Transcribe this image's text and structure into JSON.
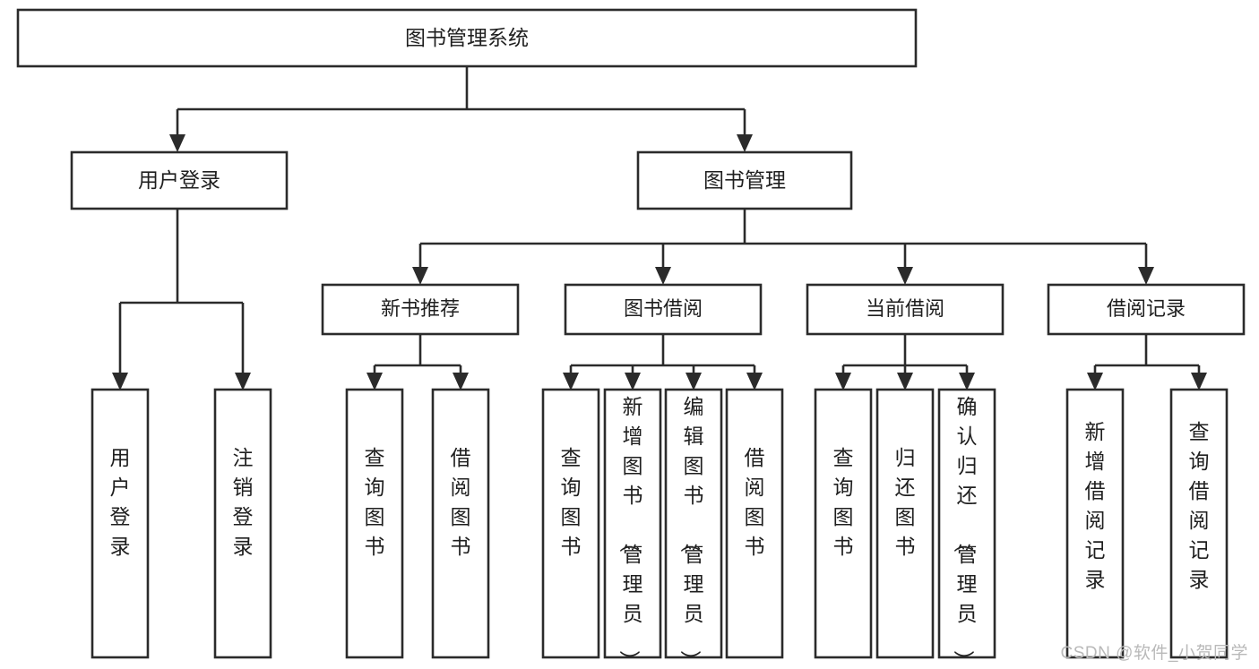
{
  "diagram": {
    "title": "图书管理系统",
    "type": "tree-hierarchy",
    "root": {
      "id": "root",
      "label": "图书管理系统"
    },
    "level2": [
      {
        "id": "user-login",
        "label": "用户登录"
      },
      {
        "id": "book-manage",
        "label": "图书管理"
      }
    ],
    "level3": [
      {
        "id": "new-book-recommend",
        "label": "新书推荐",
        "parent": "book-manage"
      },
      {
        "id": "book-borrow",
        "label": "图书借阅",
        "parent": "book-manage"
      },
      {
        "id": "current-borrow",
        "label": "当前借阅",
        "parent": "book-manage"
      },
      {
        "id": "borrow-record",
        "label": "借阅记录",
        "parent": "book-manage"
      }
    ],
    "leaves": [
      {
        "id": "leaf-user-login",
        "label": "用户登录",
        "parent": "user-login"
      },
      {
        "id": "leaf-logout-login",
        "label": "注销登录",
        "parent": "user-login"
      },
      {
        "id": "leaf-query-book-1",
        "label": "查询图书",
        "parent": "new-book-recommend"
      },
      {
        "id": "leaf-borrow-book-1",
        "label": "借阅图书",
        "parent": "new-book-recommend"
      },
      {
        "id": "leaf-query-book-2",
        "label": "查询图书",
        "parent": "book-borrow"
      },
      {
        "id": "leaf-add-book",
        "label": "新增图书（管理员）",
        "parent": "book-borrow"
      },
      {
        "id": "leaf-edit-book",
        "label": "编辑图书（管理员）",
        "parent": "book-borrow"
      },
      {
        "id": "leaf-borrow-book-2",
        "label": "借阅图书",
        "parent": "book-borrow"
      },
      {
        "id": "leaf-query-book-3",
        "label": "查询图书",
        "parent": "current-borrow"
      },
      {
        "id": "leaf-return-book",
        "label": "归还图书",
        "parent": "current-borrow"
      },
      {
        "id": "leaf-confirm-return",
        "label": "确认归还（管理员）",
        "parent": "current-borrow"
      },
      {
        "id": "leaf-add-record",
        "label": "新增借阅记录",
        "parent": "borrow-record"
      },
      {
        "id": "leaf-query-record",
        "label": "查询借阅记录",
        "parent": "borrow-record"
      }
    ],
    "colors": {
      "box_stroke": "#2b2b2b",
      "box_fill": "#ffffff",
      "text": "#1f1f1f",
      "connector": "#2b2b2b",
      "watermark": "#b9b9b9",
      "background": "#ffffff"
    }
  },
  "watermark": {
    "text": "CSDN @软件_小贺同学"
  }
}
